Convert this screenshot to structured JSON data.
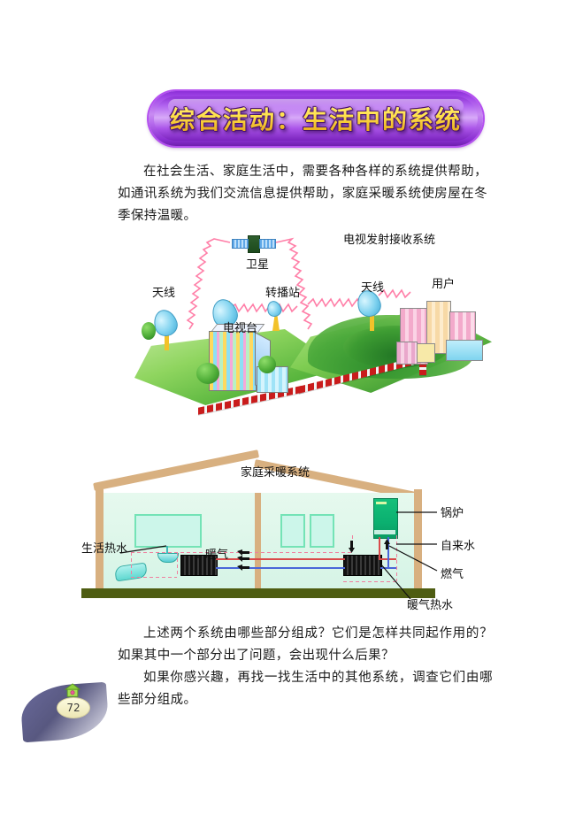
{
  "page": {
    "number": "72",
    "background_color": "#ffffff"
  },
  "banner": {
    "title": "综合活动：生活中的系统",
    "fill_color": "#a348e8",
    "text_color": "#ffe14d"
  },
  "body": {
    "intro": "在社会生活、家庭生活中，需要各种各样的系统提供帮助，如通讯系统为我们交流信息提供帮助，家庭采暖系统使房屋在冬季保持温暖。",
    "question_1": "上述两个系统由哪些部分组成？它们是怎样共同起作用的？如果其中一个部分出了问题，会出现什么后果？",
    "question_2": "如果你感兴趣，再找一找生活中的其他系统，调查它们由哪些部分组成。"
  },
  "figure_tv": {
    "title": "电视发射接收系统",
    "labels": {
      "satellite": "卫星",
      "antenna_left": "天线",
      "relay_station": "转播站",
      "antenna_right": "天线",
      "user": "用户",
      "tv_station": "电视台"
    },
    "colors": {
      "terrain": "#4fae38",
      "signal_wave": "#ff6b9d",
      "road": "#c91c1c",
      "dish": "#7fd2ef",
      "tower": "#f2c22a"
    }
  },
  "figure_heating": {
    "title": "家庭采暖系统",
    "labels": {
      "boiler": "锅炉",
      "tap_water": "自来水",
      "gas": "燃气",
      "domestic_hot_water": "生活热水",
      "radiator": "暖气",
      "heating_hot_water": "暖气热水"
    },
    "colors": {
      "roof": "#d8b080",
      "interior": "#e6f9ee",
      "ground": "#4e5d12",
      "boiler": "#0bb070",
      "hot_pipe": "#d94a4a",
      "return_pipe": "#4a66d9",
      "water_pipe": "#f07f9e"
    }
  }
}
